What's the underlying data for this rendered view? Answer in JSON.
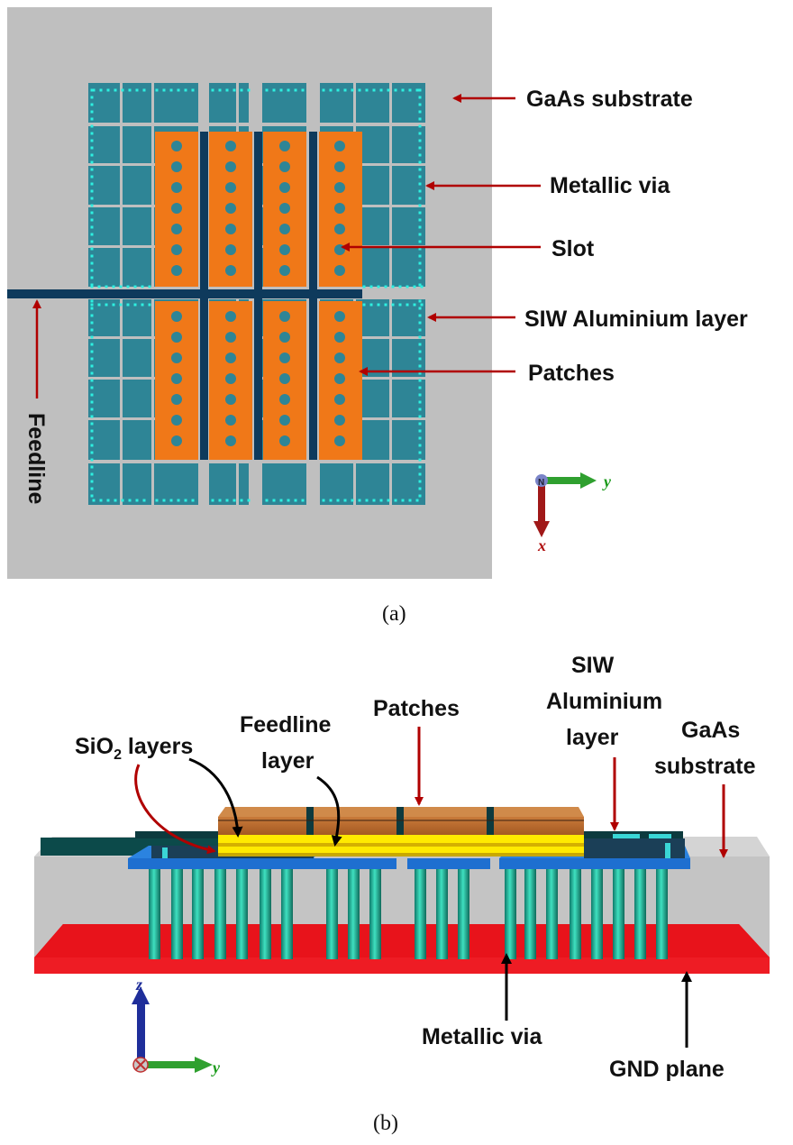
{
  "panel_a": {
    "caption": "(a)",
    "labels": {
      "gaas": "GaAs substrate",
      "via": "Metallic via",
      "slot": "Slot",
      "siw": "SIW Aluminium layer",
      "patches": "Patches",
      "feedline": "Feedline"
    },
    "axis": {
      "y": "y",
      "x": "x"
    }
  },
  "panel_b": {
    "caption": "(b)",
    "labels": {
      "sio2_prefix": "SiO",
      "sio2_sub": "2",
      "sio2_suffix": " layers",
      "feedline_1": "Feedline",
      "feedline_2": "layer",
      "patches": "Patches",
      "siw_1": "SIW",
      "siw_2": "Aluminium",
      "siw_3": "layer",
      "gaas_1": "GaAs",
      "gaas_2": "substrate",
      "via": "Metallic via",
      "gnd": "GND plane"
    },
    "axis": {
      "z": "z",
      "y": "y"
    }
  },
  "colors": {
    "substrate_grey": "#bfbfbf",
    "cell_teal": "#2e8596",
    "via_cyan": "#2ef0e0",
    "patch_orange": "#f07818",
    "slot_navy": "#0e3a5c",
    "arrow_red": "#b00000",
    "gnd_red": "#ee1c24",
    "sio2_yellow": "#ffea00",
    "siw_blue": "#1e6fd0"
  }
}
